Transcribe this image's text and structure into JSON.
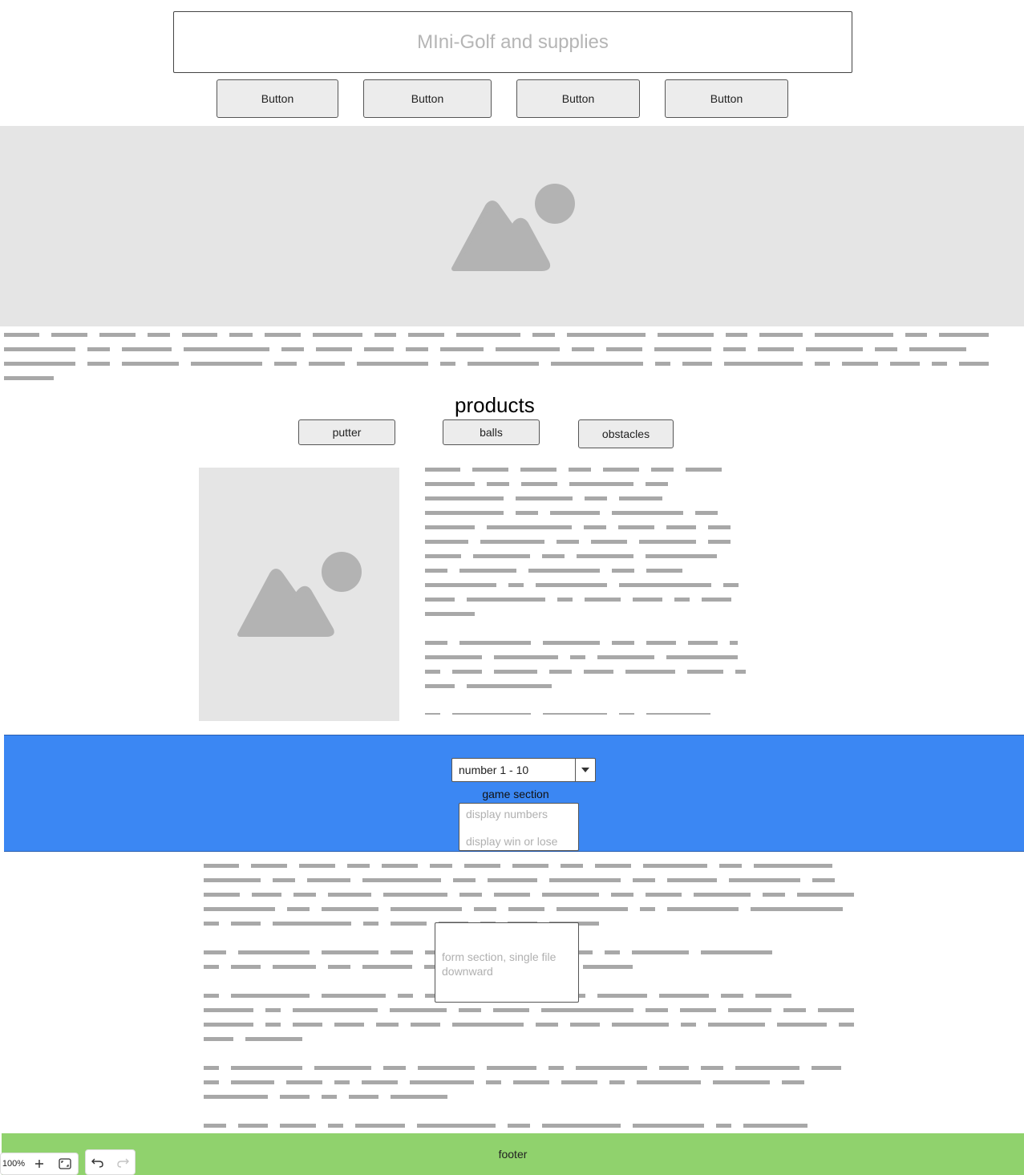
{
  "header": {
    "title": "MIni-Golf and supplies"
  },
  "nav": {
    "buttons": [
      "Button",
      "Button",
      "Button",
      "Button"
    ]
  },
  "products": {
    "title": "products",
    "tabs": [
      "putter",
      "balls",
      "obstacles"
    ]
  },
  "game": {
    "select_value": "number 1 - 10",
    "label": "game section",
    "display_numbers": "display numbers",
    "display_result": "display win or lose"
  },
  "form": {
    "text": "form section, single file downward"
  },
  "footer": {
    "label": "footer"
  },
  "canvas_controls": {
    "zoom": "100%"
  },
  "colors": {
    "game_section": "#3b87f3",
    "footer": "#90d26d",
    "placeholder": "#e5e5e5",
    "placeholder_icon": "#b3b3b3",
    "text_line": "#a8a8a8"
  }
}
